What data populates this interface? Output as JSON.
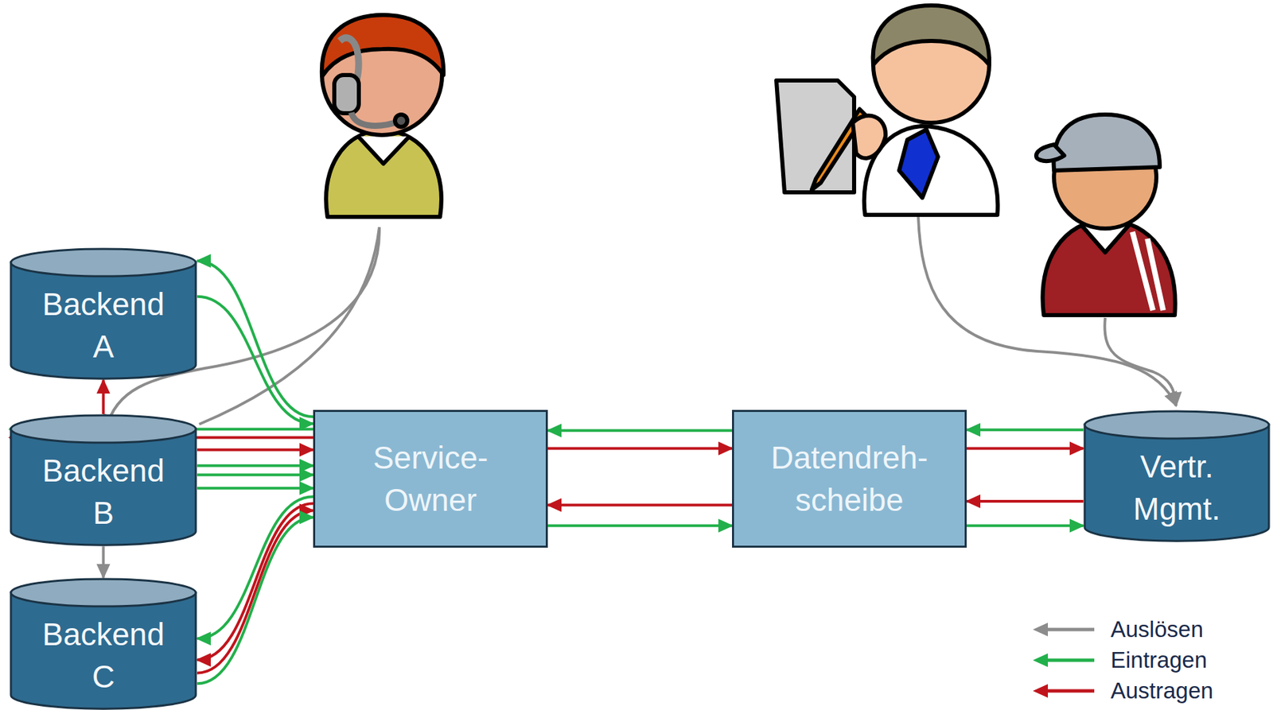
{
  "diagram": {
    "nodes": [
      {
        "text": [
          "Backend A"
        ]
      },
      {
        "text": [
          "Backend B"
        ]
      },
      {
        "text": [
          "Backend C"
        ]
      },
      {
        "text": [
          "Service-Owner"
        ]
      },
      {
        "text": [
          "Datendreh-scheibe"
        ]
      },
      {
        "text": [
          "Vertr. Mgmt."
        ]
      }
    ],
    "edges": [
      {
        "from": 1,
        "to": 0,
        "arrow": "to"
      },
      {
        "from": 1,
        "to": 2,
        "arrow": "to"
      },
      {
        "from": 3,
        "to": 0,
        "arrow": "to"
      },
      {
        "from": 0,
        "to": 3,
        "arrow": "to"
      },
      {
        "from": 3,
        "to": 1,
        "arrow": "to"
      },
      {
        "from": 3,
        "to": 1,
        "arrow": "to"
      },
      {
        "from": 1,
        "to": 3,
        "arrow": "to"
      },
      {
        "from": 1,
        "to": 3,
        "arrow": "to"
      },
      {
        "from": 1,
        "to": 3,
        "arrow": "to"
      },
      {
        "from": 1,
        "to": 3,
        "arrow": "to"
      },
      {
        "from": 3,
        "to": 2,
        "arrow": "to"
      },
      {
        "from": 3,
        "to": 2,
        "arrow": "to"
      },
      {
        "from": 2,
        "to": 3,
        "arrow": "to"
      },
      {
        "from": 2,
        "to": 3,
        "arrow": "to"
      },
      {
        "from": 4,
        "to": 3,
        "arrow": "to"
      },
      {
        "from": 3,
        "to": 4,
        "arrow": "to"
      },
      {
        "from": 4,
        "to": 3,
        "arrow": "to"
      },
      {
        "from": 3,
        "to": 4,
        "arrow": "to"
      },
      {
        "from": 5,
        "to": 4,
        "arrow": "to"
      },
      {
        "from": 4,
        "to": 5,
        "arrow": "to"
      },
      {
        "from": 5,
        "to": 4,
        "arrow": "to"
      },
      {
        "from": 4,
        "to": 5,
        "arrow": "to"
      }
    ],
    "legend": [
      {
        "text": "Auslösen",
        "color": "#8c8c8c"
      },
      {
        "text": "Eintragen",
        "color": "#22b04b"
      },
      {
        "text": "Austragen",
        "color": "#c0141c"
      }
    ]
  }
}
